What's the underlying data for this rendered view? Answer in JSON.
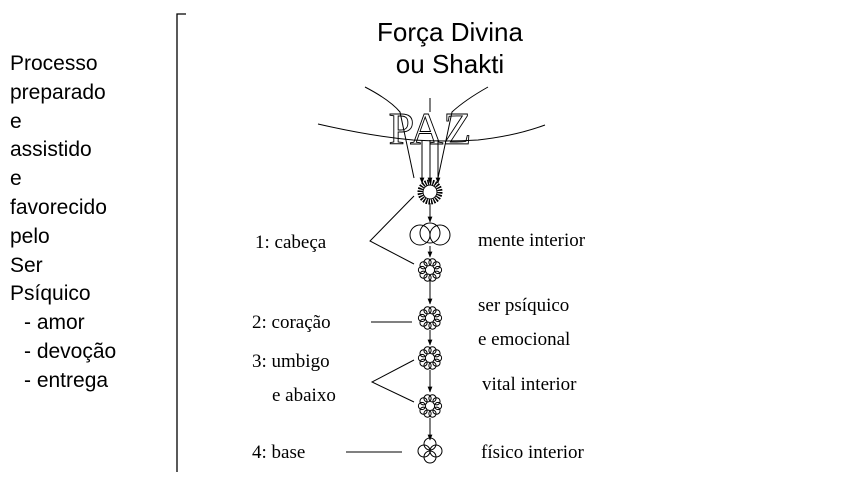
{
  "side_text": {
    "lines": [
      "Processo",
      "preparado",
      "e",
      "assistido",
      "e",
      "favorecido",
      "pelo",
      "Ser",
      "Psíquico"
    ],
    "items": [
      "- amor",
      "- devoção",
      "- entrega"
    ]
  },
  "title": {
    "line1": "Força Divina",
    "line2": "ou Shakti"
  },
  "peace_label": "PAZ",
  "centers": [
    {
      "number_label": "1: cabeça",
      "level_label": "mente interior"
    },
    {
      "number_label": "2: coração",
      "level_label_line1": "ser psíquico",
      "level_label_line2": "e emocional"
    },
    {
      "number_label_line1": "3: umbigo",
      "number_label_line2": "e abaixo",
      "level_label": "vital interior"
    },
    {
      "number_label": "4: base",
      "level_label": "físico interior"
    }
  ]
}
